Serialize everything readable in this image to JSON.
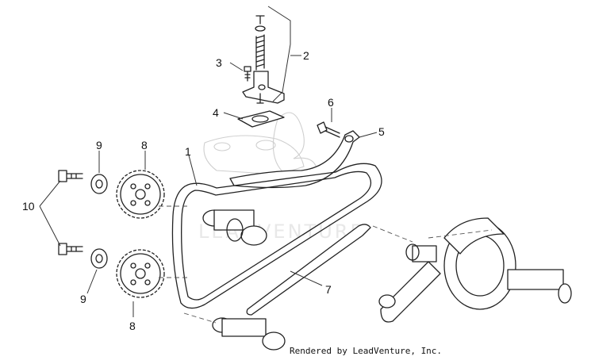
{
  "diagram": {
    "callouts": [
      {
        "id": "c2",
        "label": "2"
      },
      {
        "id": "c3",
        "label": "3"
      },
      {
        "id": "c4",
        "label": "4"
      },
      {
        "id": "c6",
        "label": "6"
      },
      {
        "id": "c5",
        "label": "5"
      },
      {
        "id": "c9a",
        "label": "9"
      },
      {
        "id": "c8a",
        "label": "8"
      },
      {
        "id": "c1",
        "label": "1"
      },
      {
        "id": "c10",
        "label": "10"
      },
      {
        "id": "c9b",
        "label": "9"
      },
      {
        "id": "c8b",
        "label": "8"
      },
      {
        "id": "c7",
        "label": "7"
      }
    ],
    "watermark": "LEADVENTURE",
    "footer": "Rendered by LeadVenture, Inc."
  }
}
